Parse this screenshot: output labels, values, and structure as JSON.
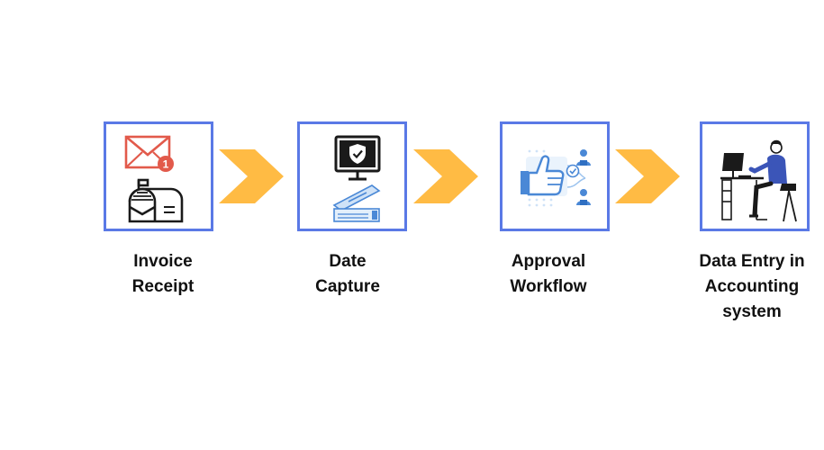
{
  "colors": {
    "box_border": "#5a79e6",
    "arrow": "#ffbb44",
    "icon_red": "#e25a4b",
    "icon_blue": "#4a88d6",
    "icon_dark": "#1a1a1a",
    "text": "#111111"
  },
  "steps": [
    {
      "icon": "envelope-mailbox-icon",
      "label_lines": [
        "Invoice",
        "Receipt"
      ]
    },
    {
      "icon": "monitor-scanner-icon",
      "label_lines": [
        "Date",
        "Capture"
      ]
    },
    {
      "icon": "thumbs-up-approval-icon",
      "label_lines": [
        "Approval",
        "Workflow"
      ]
    },
    {
      "icon": "person-at-computer-icon",
      "label_lines": [
        "Data Entry in",
        "Accounting",
        "system"
      ]
    }
  ],
  "notification_badge": "1"
}
